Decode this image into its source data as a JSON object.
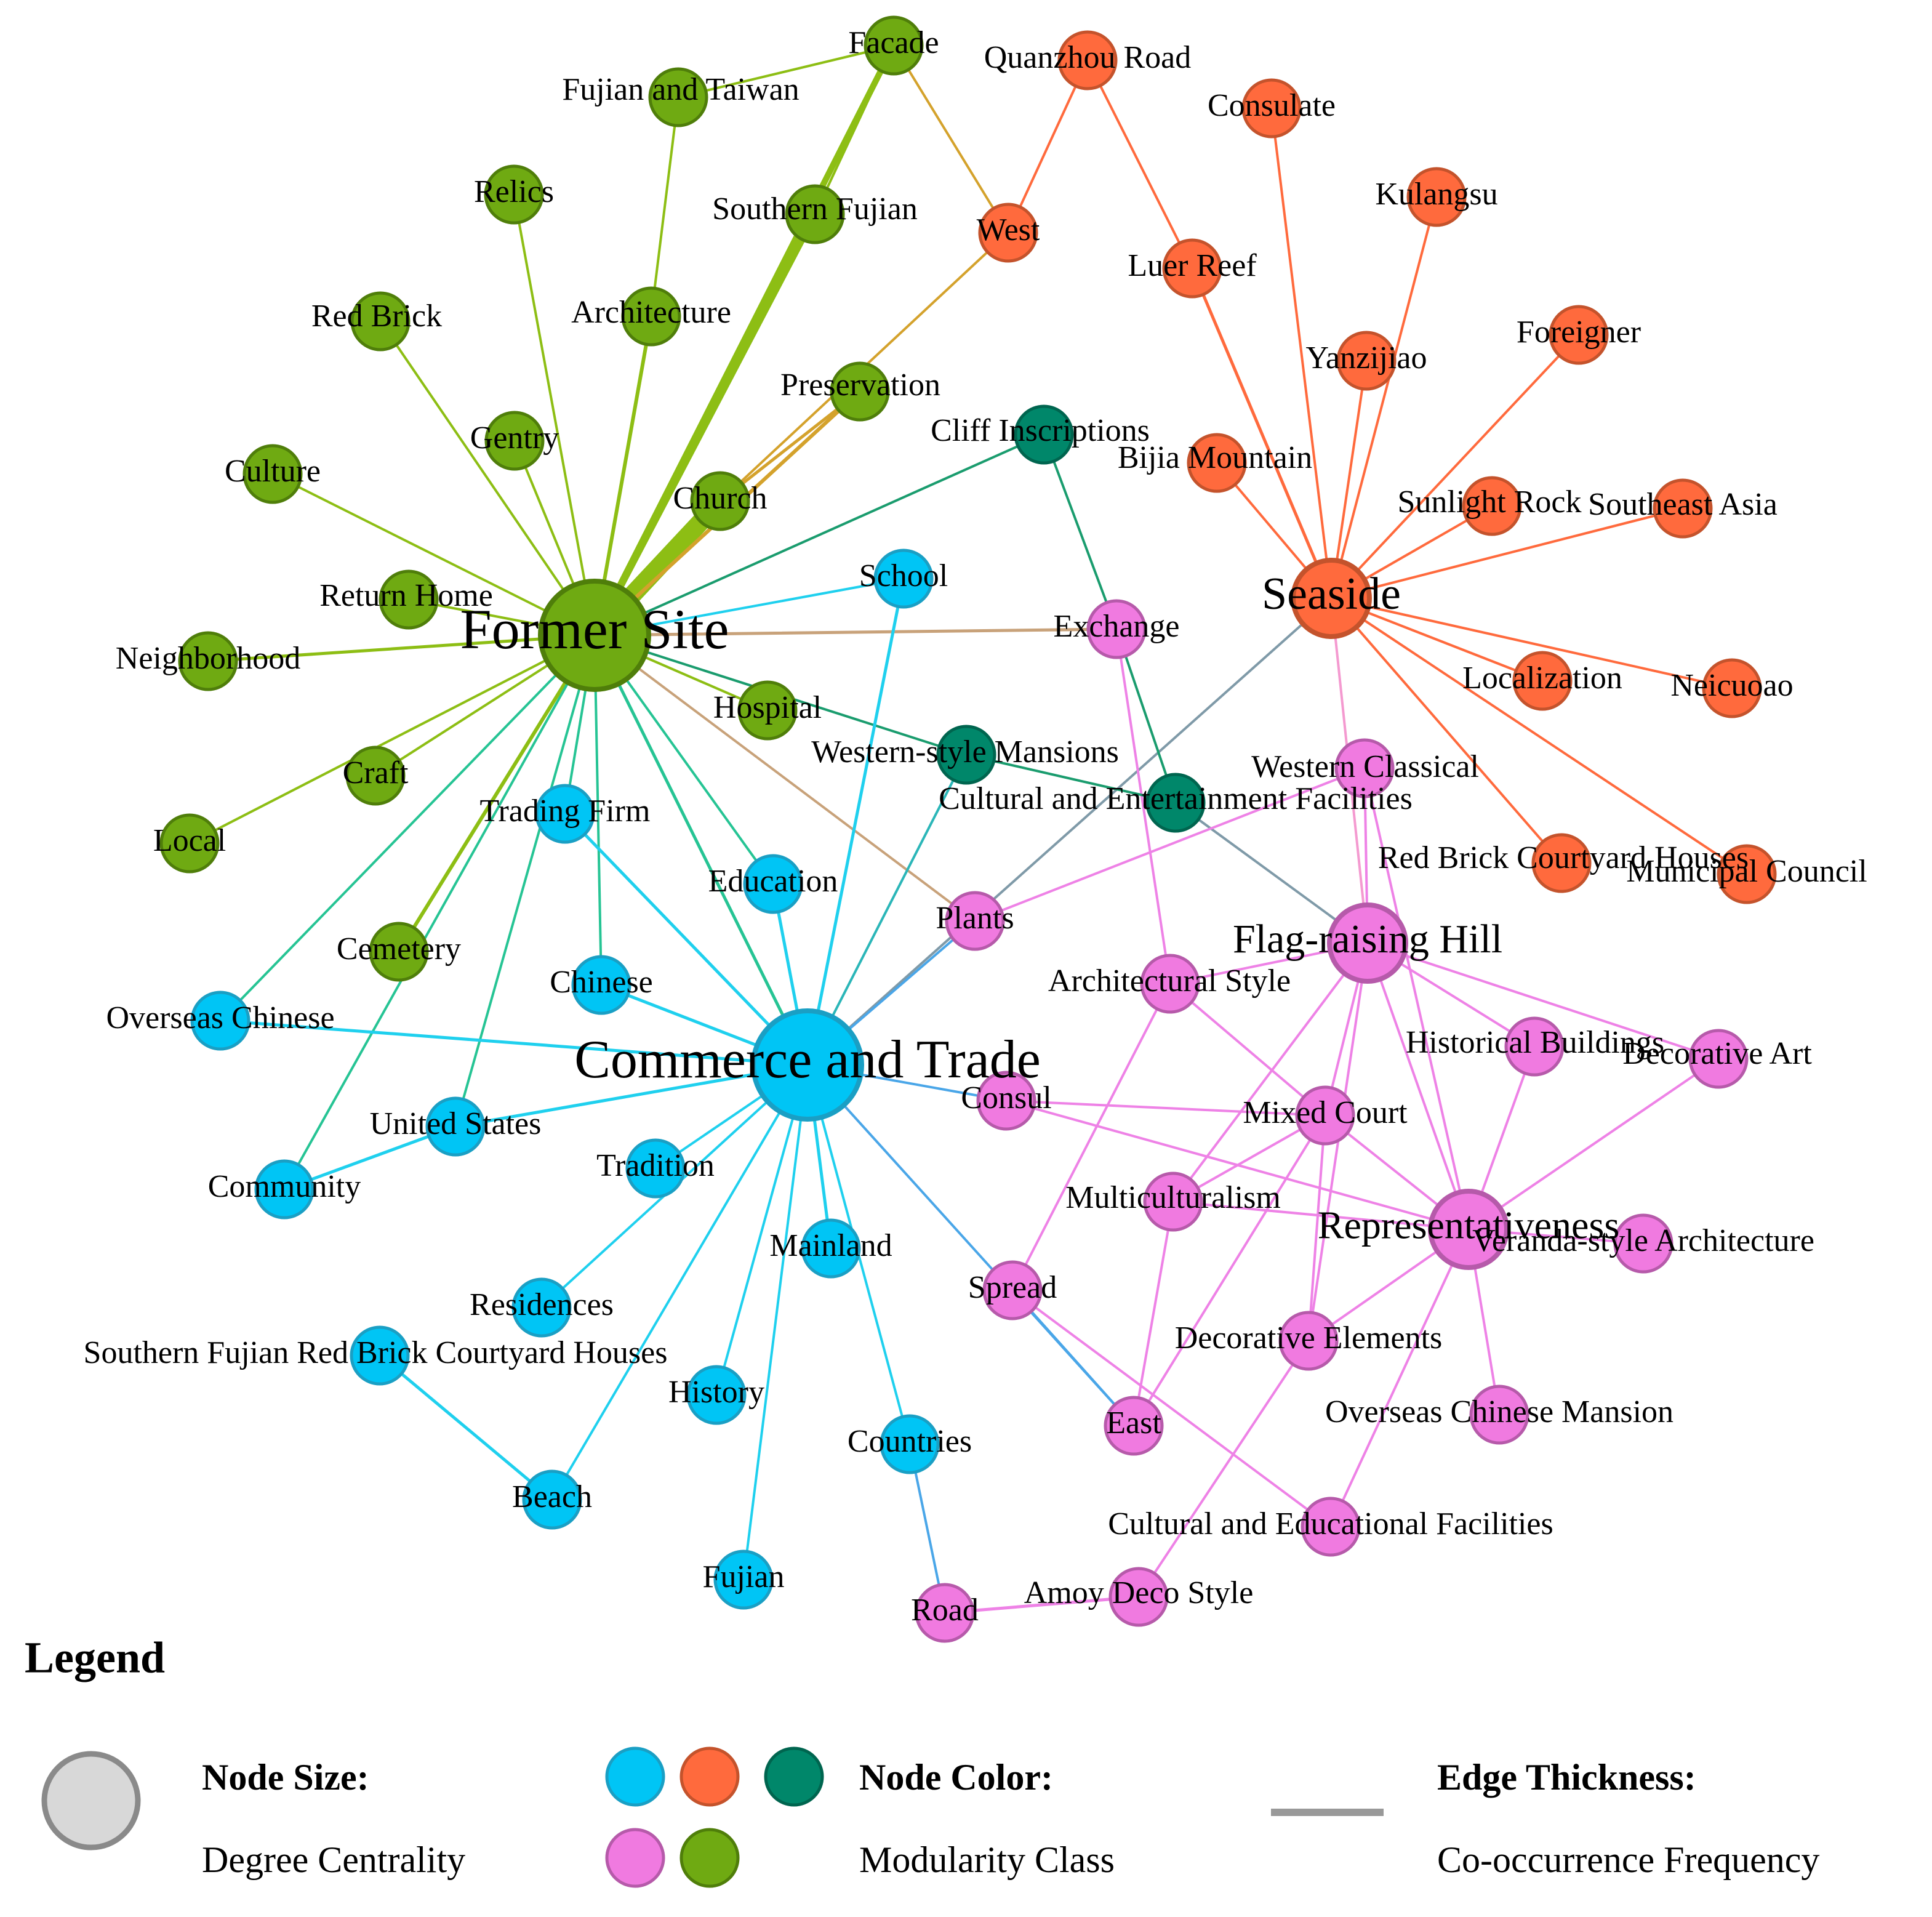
{
  "colors": {
    "blue": "#00C5F5",
    "orange": "#FF6A3D",
    "teal": "#00876A",
    "pink": "#F07AE0",
    "green": "#6FAA12",
    "gray": "#999999"
  },
  "nodes": [
    {
      "id": "former-site",
      "label": "Former Site",
      "group": "green",
      "size": "xl"
    },
    {
      "id": "commerce-trade",
      "label": "Commerce and Trade",
      "group": "blue",
      "size": "xl"
    },
    {
      "id": "seaside",
      "label": "Seaside",
      "group": "orange",
      "size": "l"
    },
    {
      "id": "flag-raising-hill",
      "label": "Flag-raising Hill",
      "group": "pink",
      "size": "l"
    },
    {
      "id": "representativeness",
      "label": "Representativeness",
      "group": "pink",
      "size": "l"
    },
    {
      "id": "facade",
      "label": "Facade",
      "group": "green"
    },
    {
      "id": "fujian-taiwan",
      "label": "Fujian and Taiwan",
      "group": "green"
    },
    {
      "id": "relics",
      "label": "Relics",
      "group": "green"
    },
    {
      "id": "southern-fujian",
      "label": "Southern Fujian",
      "group": "green"
    },
    {
      "id": "red-brick",
      "label": "Red Brick",
      "group": "green"
    },
    {
      "id": "architecture",
      "label": "Architecture",
      "group": "green"
    },
    {
      "id": "preservation",
      "label": "Preservation",
      "group": "green"
    },
    {
      "id": "gentry",
      "label": "Gentry",
      "group": "green"
    },
    {
      "id": "culture",
      "label": "Culture",
      "group": "green"
    },
    {
      "id": "church",
      "label": "Church",
      "group": "green"
    },
    {
      "id": "return-home",
      "label": "Return Home",
      "group": "green"
    },
    {
      "id": "neighborhood",
      "label": "Neighborhood",
      "group": "green"
    },
    {
      "id": "hospital",
      "label": "Hospital",
      "group": "green"
    },
    {
      "id": "craft",
      "label": "Craft",
      "group": "green"
    },
    {
      "id": "local",
      "label": "Local",
      "group": "green"
    },
    {
      "id": "cemetery",
      "label": "Cemetery",
      "group": "green"
    },
    {
      "id": "quanzhou-road",
      "label": "Quanzhou Road",
      "group": "orange"
    },
    {
      "id": "west",
      "label": "West",
      "group": "orange"
    },
    {
      "id": "consulate",
      "label": "Consulate",
      "group": "orange"
    },
    {
      "id": "kulangsu",
      "label": "Kulangsu",
      "group": "orange"
    },
    {
      "id": "luer-reef",
      "label": "Luer Reef",
      "group": "orange"
    },
    {
      "id": "foreigner",
      "label": "Foreigner",
      "group": "orange"
    },
    {
      "id": "yanzijiao",
      "label": "Yanzijiao",
      "group": "orange"
    },
    {
      "id": "bijia-mountain",
      "label": "Bijia Mountain",
      "group": "orange"
    },
    {
      "id": "sunlight-rock",
      "label": "Sunlight Rock",
      "group": "orange"
    },
    {
      "id": "southeast-asia",
      "label": "Southeast Asia",
      "group": "orange"
    },
    {
      "id": "localization",
      "label": "Localization",
      "group": "orange"
    },
    {
      "id": "neicuoao",
      "label": "Neicuoao",
      "group": "orange"
    },
    {
      "id": "red-brick-courtyard-houses",
      "label": "Red Brick Courtyard Houses",
      "group": "orange"
    },
    {
      "id": "municipal-council",
      "label": "Municipal Council",
      "group": "orange"
    },
    {
      "id": "cliff-inscriptions",
      "label": "Cliff Inscriptions",
      "group": "teal"
    },
    {
      "id": "western-style-mansions",
      "label": "Western-style Mansions",
      "group": "teal"
    },
    {
      "id": "cultural-entertainment",
      "label": "Cultural and Entertainment Facilities",
      "group": "teal"
    },
    {
      "id": "school",
      "label": "School",
      "group": "blue"
    },
    {
      "id": "trading-firm",
      "label": "Trading Firm",
      "group": "blue"
    },
    {
      "id": "education",
      "label": "Education",
      "group": "blue"
    },
    {
      "id": "chinese",
      "label": "Chinese",
      "group": "blue"
    },
    {
      "id": "overseas-chinese",
      "label": "Overseas Chinese",
      "group": "blue"
    },
    {
      "id": "united-states",
      "label": "United States",
      "group": "blue"
    },
    {
      "id": "community",
      "label": "Community",
      "group": "blue"
    },
    {
      "id": "tradition",
      "label": "Tradition",
      "group": "blue"
    },
    {
      "id": "mainland",
      "label": "Mainland",
      "group": "blue"
    },
    {
      "id": "residences",
      "label": "Residences",
      "group": "blue"
    },
    {
      "id": "southern-fujian-rbch",
      "label": "Southern Fujian Red Brick Courtyard Houses",
      "group": "blue"
    },
    {
      "id": "history",
      "label": "History",
      "group": "blue"
    },
    {
      "id": "countries",
      "label": "Countries",
      "group": "blue"
    },
    {
      "id": "beach",
      "label": "Beach",
      "group": "blue"
    },
    {
      "id": "fujian",
      "label": "Fujian",
      "group": "blue"
    },
    {
      "id": "exchange",
      "label": "Exchange",
      "group": "pink"
    },
    {
      "id": "western-classical",
      "label": "Western Classical",
      "group": "pink"
    },
    {
      "id": "plants",
      "label": "Plants",
      "group": "pink"
    },
    {
      "id": "architectural-style",
      "label": "Architectural Style",
      "group": "pink"
    },
    {
      "id": "historical-buildings",
      "label": "Historical Buildings",
      "group": "pink"
    },
    {
      "id": "decorative-art",
      "label": "Decorative Art",
      "group": "pink"
    },
    {
      "id": "consul",
      "label": "Consul",
      "group": "pink"
    },
    {
      "id": "mixed-court",
      "label": "Mixed Court",
      "group": "pink"
    },
    {
      "id": "multiculturalism",
      "label": "Multiculturalism",
      "group": "pink"
    },
    {
      "id": "veranda-style",
      "label": "Veranda-style Architecture",
      "group": "pink"
    },
    {
      "id": "spread",
      "label": "Spread",
      "group": "pink"
    },
    {
      "id": "decorative-elements",
      "label": "Decorative Elements",
      "group": "pink"
    },
    {
      "id": "east",
      "label": "East",
      "group": "pink"
    },
    {
      "id": "overseas-chinese-mansion",
      "label": "Overseas Chinese Mansion",
      "group": "pink"
    },
    {
      "id": "cultural-educational",
      "label": "Cultural and Educational Facilities",
      "group": "pink"
    },
    {
      "id": "amoy-deco",
      "label": "Amoy Deco Style",
      "group": "pink"
    },
    {
      "id": "road",
      "label": "Road",
      "group": "pink"
    }
  ],
  "legend": {
    "title": "Legend",
    "node_size_head": "Node Size:",
    "node_size_sub": "Degree Centrality",
    "node_color_head": "Node Color:",
    "node_color_sub": "Modularity Class",
    "edge_head": "Edge Thickness:",
    "edge_sub": "Co-occurrence Frequency",
    "swatches": [
      "blue",
      "orange",
      "teal",
      "pink",
      "green"
    ]
  }
}
